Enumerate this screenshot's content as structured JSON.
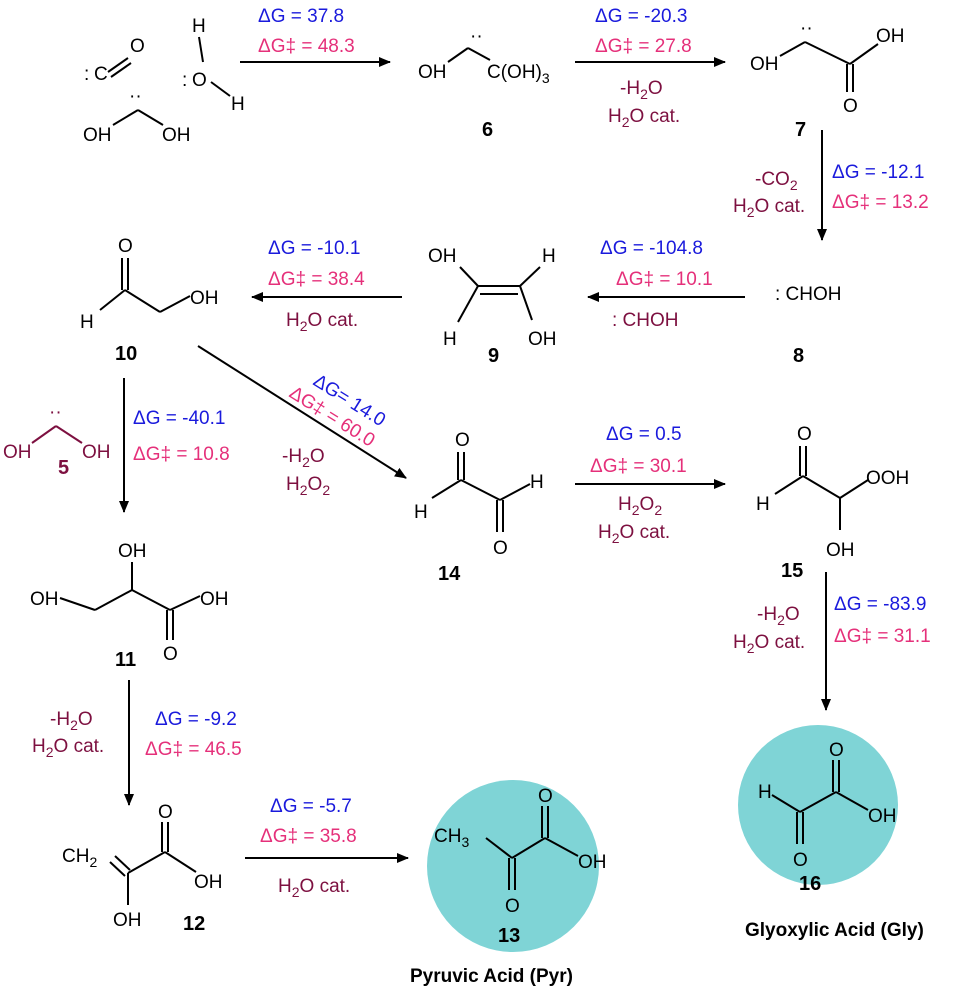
{
  "colors": {
    "dG": "#1a1adc",
    "dGts": "#e5307a",
    "cond": "#7d1040",
    "highlight": "#7fd4d6"
  },
  "compounds": {
    "c6": {
      "label": "6",
      "oh": "OH",
      "c": "C(OH)",
      "sub": "3"
    },
    "c7": {
      "label": "7",
      "oh1": "OH",
      "oh2": "OH",
      "o": "O"
    },
    "c8": {
      "label": "8",
      "formula": ": CHOH"
    },
    "c9": {
      "label": "9",
      "oh1": "OH",
      "oh2": "OH",
      "h1": "H",
      "h2": "H"
    },
    "c10": {
      "label": "10",
      "o": "O",
      "h": "H",
      "oh": "OH"
    },
    "c5": {
      "label": "5",
      "oh1": "OH",
      "oh2": "OH"
    },
    "c11": {
      "label": "11",
      "oh1": "OH",
      "oh2": "OH",
      "oh3": "OH",
      "o": "O"
    },
    "c12": {
      "label": "12",
      "ch": "CH",
      "sub": "2",
      "oh1": "OH",
      "oh2": "OH",
      "o": "O"
    },
    "c13": {
      "label": "13",
      "ch": "CH",
      "sub": "3",
      "oh": "OH",
      "o1": "O",
      "o2": "O",
      "name": "Pyruvic Acid (Pyr)"
    },
    "c14": {
      "label": "14",
      "o1": "O",
      "o2": "O",
      "h1": "H",
      "h2": "H"
    },
    "c15": {
      "label": "15",
      "o": "O",
      "h": "H",
      "ooh": "OOH",
      "oh": "OH"
    },
    "c16": {
      "label": "16",
      "h": "H",
      "o1": "O",
      "o2": "O",
      "oh": "OH",
      "name": "Glyoxylic Acid (Gly)"
    }
  },
  "reactants": {
    "co": "C",
    "co_o": "O",
    "water_h1": "H",
    "water_o": "O",
    "water_h2": "H",
    "oh1": "OH",
    "oh2": "OH"
  },
  "steps": {
    "s1": {
      "dg": "ΔG = 37.8",
      "dgt": "ΔG‡ = 48.3"
    },
    "s2": {
      "dg": "ΔG = -20.3",
      "dgt": "ΔG‡ = 27.8",
      "c1": "-H",
      "c1sub": "2",
      "c1b": "O",
      "c2": "H",
      "c2sub": "2",
      "c2b": "O cat."
    },
    "s3": {
      "dg": "ΔG = -12.1",
      "dgt": "ΔG‡ = 13.2",
      "c1": "-CO",
      "c1sub": "2",
      "c2": "H",
      "c2sub": "2",
      "c2b": "O cat."
    },
    "s4": {
      "dg": "ΔG = -104.8",
      "dgt": "ΔG‡ = 10.1",
      "c1": ": CHOH"
    },
    "s5": {
      "dg": "ΔG = -10.1",
      "dgt": "ΔG‡ = 38.4",
      "c1": "H",
      "c1sub": "2",
      "c1b": "O cat."
    },
    "s6": {
      "dg": "ΔG= 14.0",
      "dgt": "ΔG‡ = 60.0",
      "c1": "-H",
      "c1sub": "2",
      "c1b": "O",
      "c2": "H",
      "c2sub": "2",
      "c2b": "O",
      "c2sub2": "2"
    },
    "s7": {
      "dg": "ΔG = -40.1",
      "dgt": "ΔG‡ = 10.8"
    },
    "s8": {
      "dg": "ΔG = 0.5",
      "dgt": "ΔG‡ = 30.1",
      "c1": "H",
      "c1sub": "2",
      "c1b": "O",
      "c1sub2": "2",
      "c2": "H",
      "c2sub": "2",
      "c2b": "O cat."
    },
    "s9": {
      "dg": "ΔG = -83.9",
      "dgt": "ΔG‡ = 31.1",
      "c1": "-H",
      "c1sub": "2",
      "c1b": "O",
      "c2": "H",
      "c2sub": "2",
      "c2b": "O cat."
    },
    "s10": {
      "dg": "ΔG = -9.2",
      "dgt": "ΔG‡ = 46.5",
      "c1": "-H",
      "c1sub": "2",
      "c1b": "O",
      "c2": "H",
      "c2sub": "2",
      "c2b": "O cat."
    },
    "s11": {
      "dg": "ΔG = -5.7",
      "dgt": "ΔG‡ = 35.8",
      "c1": "H",
      "c1sub": "2",
      "c1b": "O cat."
    }
  }
}
